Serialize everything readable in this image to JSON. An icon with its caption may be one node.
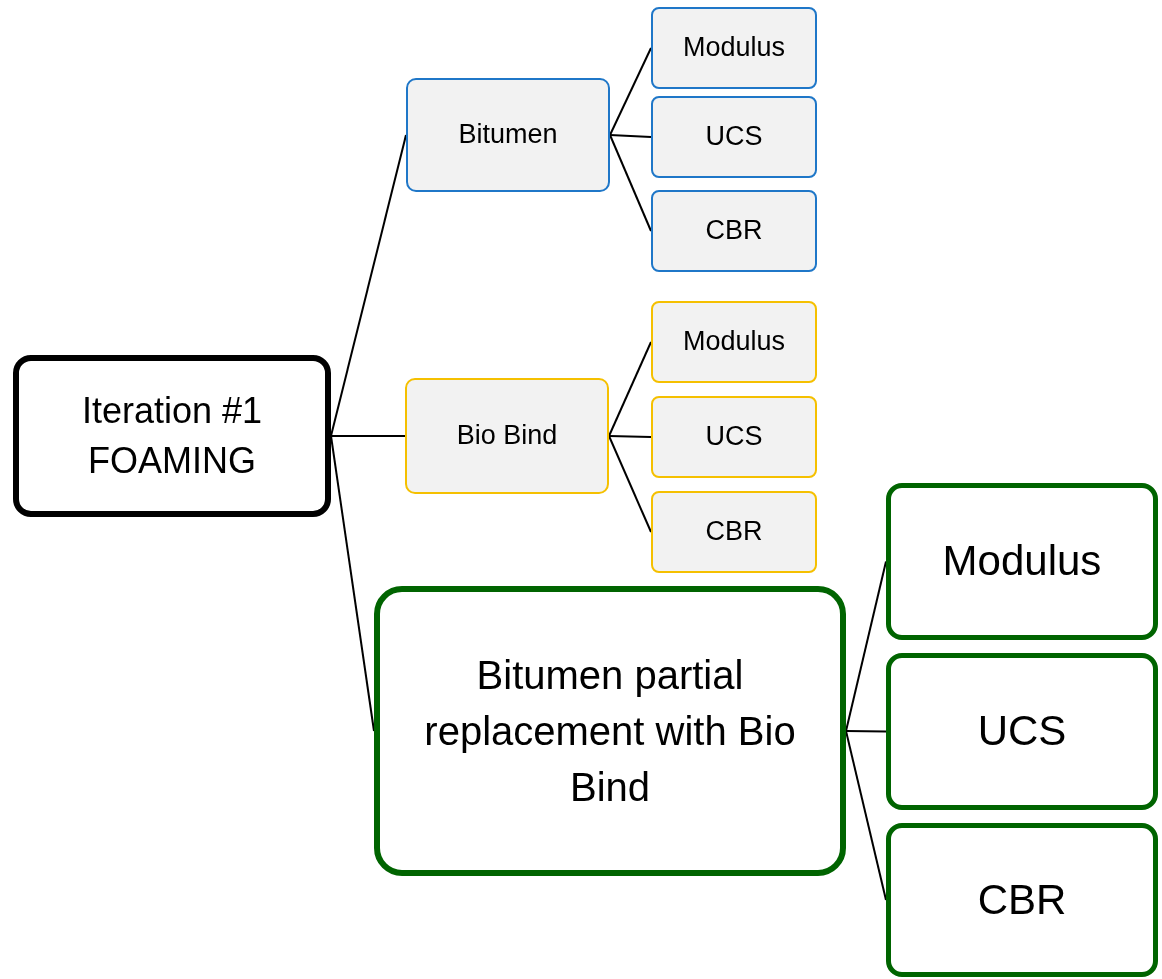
{
  "diagram": {
    "nodes": [
      {
        "text": [
          "Iteration #1",
          "FOAMING"
        ]
      },
      {
        "text": [
          "Bitumen"
        ]
      },
      {
        "text": [
          "Modulus"
        ]
      },
      {
        "text": [
          "UCS"
        ]
      },
      {
        "text": [
          "CBR"
        ]
      },
      {
        "text": [
          "Bio Bind"
        ]
      },
      {
        "text": [
          "Modulus"
        ]
      },
      {
        "text": [
          "UCS"
        ]
      },
      {
        "text": [
          "CBR"
        ]
      },
      {
        "text": [
          "Bitumen partial replacement with Bio Bind"
        ]
      },
      {
        "text": [
          "Modulus"
        ]
      },
      {
        "text": [
          "UCS"
        ]
      },
      {
        "text": [
          "CBR"
        ]
      }
    ],
    "edges": [
      {
        "from": 0,
        "to": 1,
        "arrow": "none"
      },
      {
        "from": 0,
        "to": 5,
        "arrow": "none"
      },
      {
        "from": 0,
        "to": 9,
        "arrow": "none"
      },
      {
        "from": 1,
        "to": 2,
        "arrow": "none"
      },
      {
        "from": 1,
        "to": 3,
        "arrow": "none"
      },
      {
        "from": 1,
        "to": 4,
        "arrow": "none"
      },
      {
        "from": 5,
        "to": 6,
        "arrow": "none"
      },
      {
        "from": 5,
        "to": 7,
        "arrow": "none"
      },
      {
        "from": 5,
        "to": 8,
        "arrow": "none"
      },
      {
        "from": 9,
        "to": 10,
        "arrow": "none"
      },
      {
        "from": 9,
        "to": 11,
        "arrow": "none"
      },
      {
        "from": 9,
        "to": 12,
        "arrow": "none"
      }
    ]
  }
}
